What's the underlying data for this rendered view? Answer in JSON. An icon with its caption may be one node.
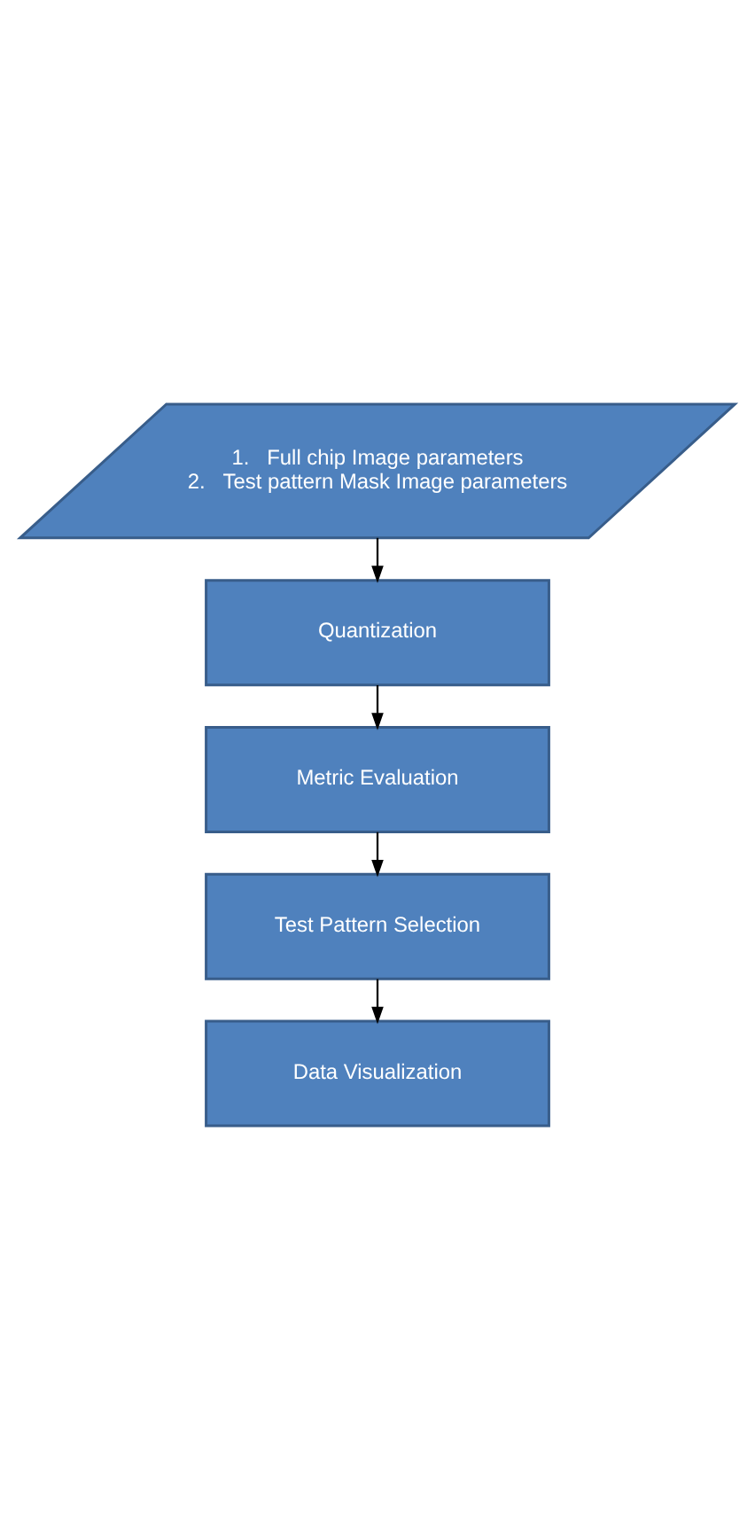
{
  "diagram": {
    "nodes": [
      {
        "text": [
          "1.   Full chip Image parameters",
          "2.   Test pattern Mask Image parameters"
        ]
      },
      {
        "text": [
          "Quantization"
        ]
      },
      {
        "text": [
          "Metric Evaluation"
        ]
      },
      {
        "text": [
          "Test Pattern Selection"
        ]
      },
      {
        "text": [
          "Data Visualization"
        ]
      }
    ],
    "edges": [
      {
        "from": 0,
        "to": 1,
        "arrow": "to"
      },
      {
        "from": 1,
        "to": 2,
        "arrow": "to"
      },
      {
        "from": 2,
        "to": 3,
        "arrow": "to"
      },
      {
        "from": 3,
        "to": 4,
        "arrow": "to"
      }
    ]
  }
}
